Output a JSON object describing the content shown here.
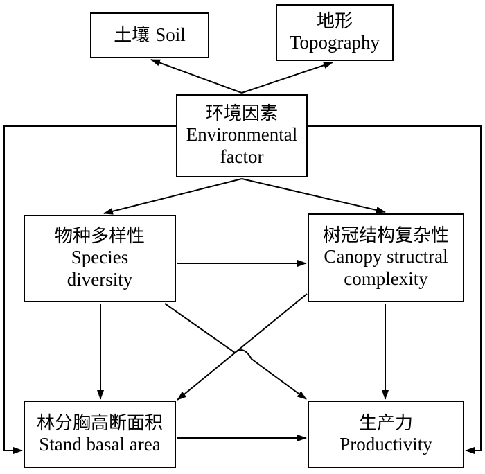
{
  "nodes": {
    "soil": {
      "zh": "土壤",
      "en": "Soil"
    },
    "topography": {
      "zh": "地形",
      "en": "Topography"
    },
    "environment": {
      "zh": "环境因素",
      "en_line1": "Environmental",
      "en_line2": "factor"
    },
    "species": {
      "zh": "物种多样性",
      "en_line1": "Species",
      "en_line2": "diversity"
    },
    "canopy": {
      "zh": "树冠结构复杂性",
      "en_line1": "Canopy structral",
      "en_line2": "complexity"
    },
    "basal": {
      "zh": "林分胸高断面积",
      "en": "Stand basal area"
    },
    "productivity": {
      "zh": "生产力",
      "en": "Productivity"
    }
  },
  "colors": {
    "stroke": "#000000",
    "background": "#ffffff"
  }
}
